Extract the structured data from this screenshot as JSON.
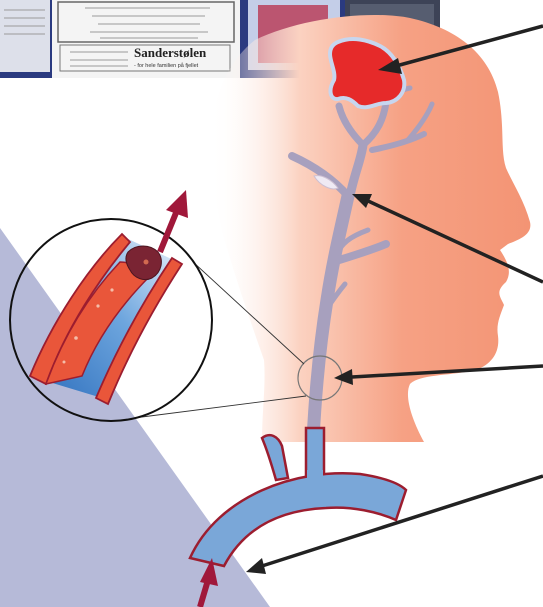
{
  "newspaper_clipping": {
    "headline": "Sanderstølen",
    "subline": "- for hele familien på fjellet"
  },
  "diagram": {
    "subject": "stroke-anatomy",
    "parts": [
      "brain-clot",
      "cerebral-arteries",
      "carotid-artery",
      "aortic-arch",
      "plaque-magnifier"
    ],
    "colors": {
      "head_skin": "#f6a184",
      "artery": "#a7a0be",
      "aorta": "#7aa7d8",
      "vessel_outline": "#9c1d2f",
      "clot": "#e62a2a",
      "plaque": "#e9563a",
      "blood_lumen": "#3f7fc8",
      "arrow_red": "#a0183a",
      "pointer": "#222222",
      "background_wedge": "#b6bad8"
    }
  }
}
